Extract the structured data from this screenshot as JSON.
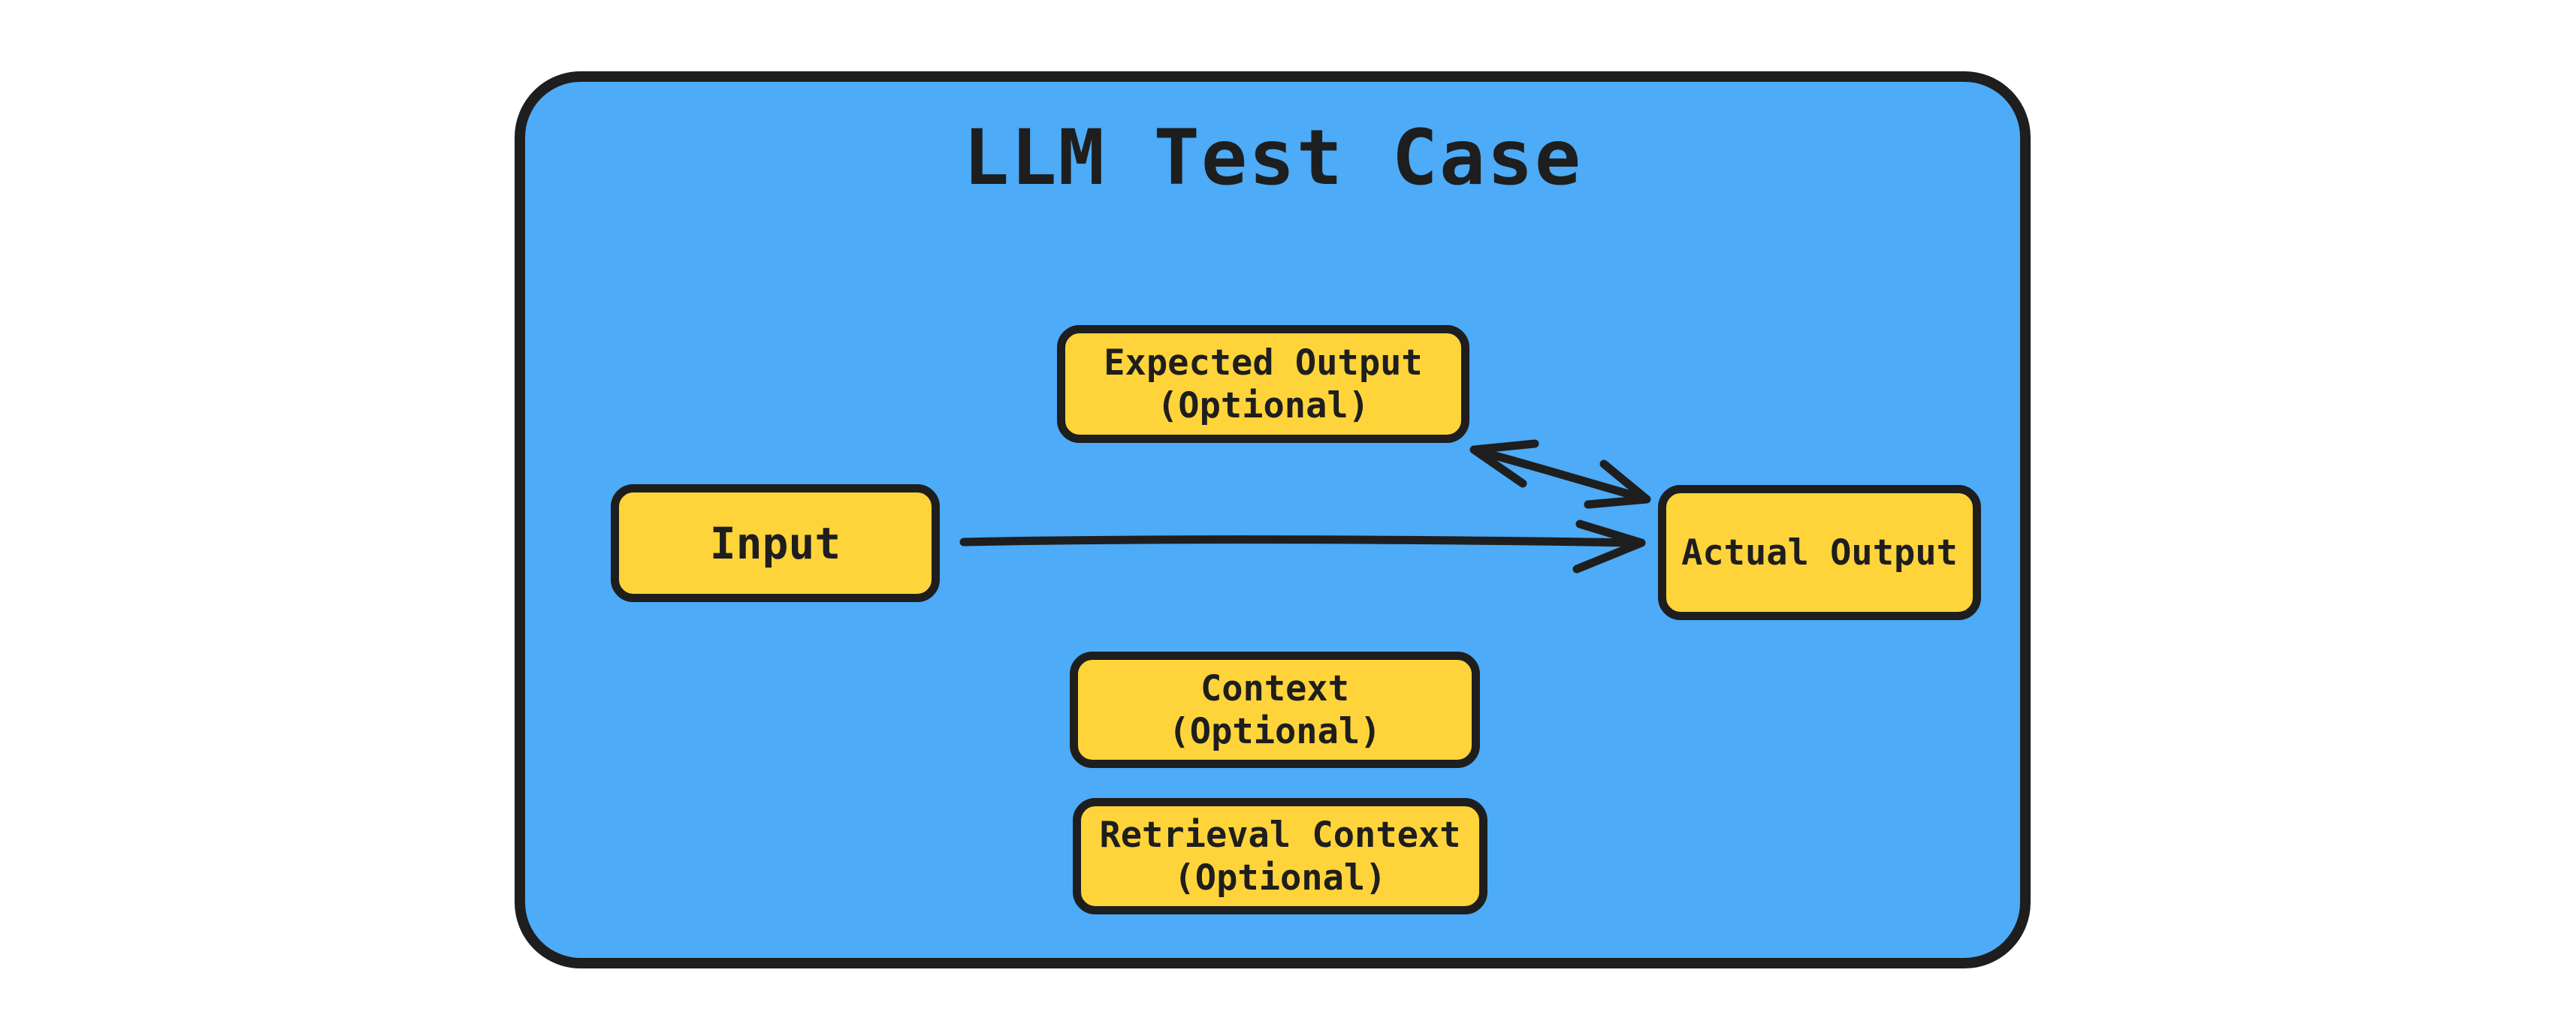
{
  "frame": {
    "title": "LLM Test Case"
  },
  "nodes": [
    {
      "id": "expected-output",
      "label": "Expected Output",
      "sublabel": "(Optional)"
    },
    {
      "id": "input",
      "label": "Input",
      "sublabel": ""
    },
    {
      "id": "actual-output",
      "label": "Actual Output",
      "sublabel": ""
    },
    {
      "id": "context",
      "label": "Context",
      "sublabel": "(Optional)"
    },
    {
      "id": "retrieval-context",
      "label": "Retrieval Context",
      "sublabel": "(Optional)"
    }
  ],
  "edges": [
    {
      "from": "Input",
      "to": "Actual Output",
      "style": "single-headed-arrow"
    },
    {
      "from": "Expected Output",
      "to": "Actual Output",
      "style": "double-headed-arrow"
    }
  ],
  "palette": {
    "background": "#ffffff",
    "frame_fill": "#4dabf7",
    "node_fill": "#ffd43b",
    "stroke": "#1e1e1e",
    "text": "#1e1e1e"
  }
}
